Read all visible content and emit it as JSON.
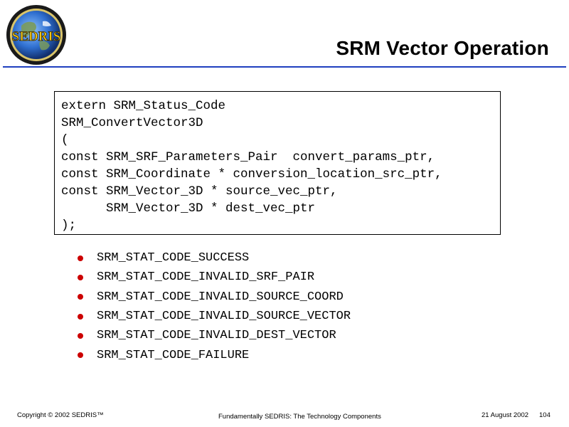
{
  "logo": {
    "text": "SEDRIS",
    "colors": {
      "ring": "#1a1a1a",
      "globe": "#2f6fd0",
      "land": "#7a9a5a",
      "text": "#f2c619"
    }
  },
  "title": "SRM Vector Operation",
  "code": {
    "lines": [
      "extern SRM_Status_Code",
      "SRM_ConvertVector3D",
      "(",
      "const SRM_SRF_Parameters_Pair  convert_params_ptr,",
      "const SRM_Coordinate * conversion_location_src_ptr,",
      "const SRM_Vector_3D * source_vec_ptr,",
      "      SRM_Vector_3D * dest_vec_ptr",
      ");"
    ]
  },
  "bullets": {
    "items": [
      "SRM_STAT_CODE_SUCCESS",
      "SRM_STAT_CODE_INVALID_SRF_PAIR",
      "SRM_STAT_CODE_INVALID_SOURCE_COORD",
      "SRM_STAT_CODE_INVALID_SOURCE_VECTOR",
      "SRM_STAT_CODE_INVALID_DEST_VECTOR",
      "SRM_STAT_CODE_FAILURE"
    ],
    "bullet_color": "#cc0000"
  },
  "footer": {
    "copyright": "Copyright © 2002 SEDRIS™",
    "center": "Fundamentally SEDRIS: The Technology Components",
    "date": "21 August 2002",
    "page": "104"
  },
  "colors": {
    "title_rule": "#1f3fbf",
    "background": "#ffffff"
  }
}
